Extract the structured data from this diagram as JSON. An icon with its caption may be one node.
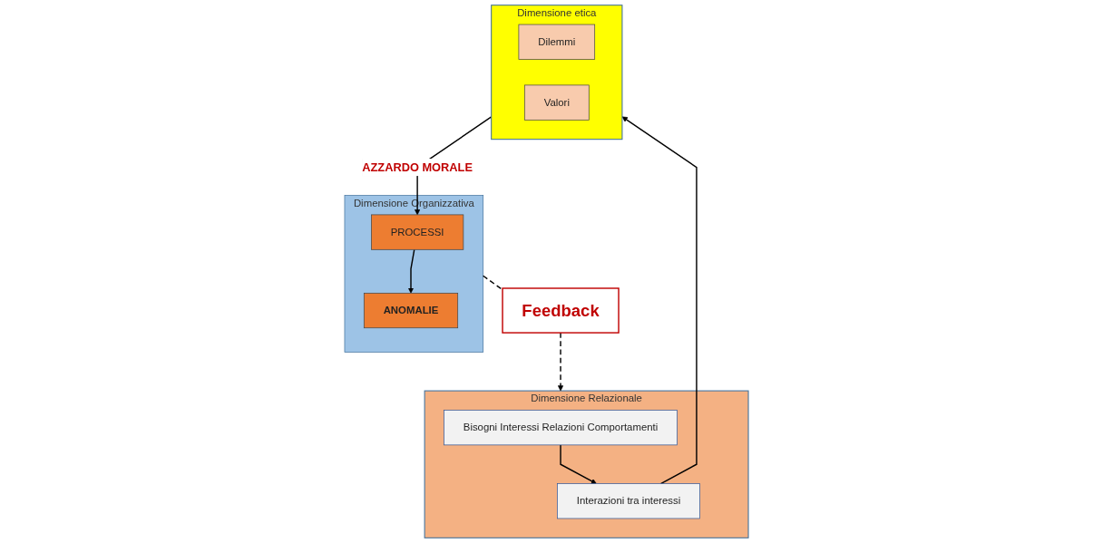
{
  "diagram": {
    "nodes": [
      {
        "text": [
          "Dimensione Relazionale"
        ]
      },
      {
        "text": [
          "Bisogni Interessi Relazioni Comportamenti"
        ],
        "in": 0
      },
      {
        "text": [
          "Interazioni tra interessi"
        ],
        "in": 0
      },
      {
        "text": [
          "Dimensione etica"
        ]
      },
      {
        "text": [
          "Dilemmi"
        ],
        "in": 3
      },
      {
        "text": [
          "Valori"
        ],
        "in": 3
      },
      {
        "text": [
          "Feedback"
        ]
      },
      {
        "text": [
          "Dimensione Organizzativa"
        ]
      },
      {
        "text": [
          "PROCESSI"
        ],
        "in": 7
      },
      {
        "text": [
          "ANOMALIE"
        ],
        "in": 7
      }
    ],
    "edges": [
      {
        "from": 1,
        "to": 2,
        "arrow": "to"
      },
      {
        "from": 2,
        "to": 3,
        "arrow": "to"
      },
      {
        "from": 3,
        "to": 8,
        "arrow": "to",
        "label": "AZZARDO MORALE"
      },
      {
        "from": 8,
        "to": 9,
        "arrow": "to"
      },
      {
        "from": 7,
        "to": 6,
        "arrow": "none",
        "style": "dashed"
      },
      {
        "from": 6,
        "to": 0,
        "arrow": "to",
        "style": "dashed"
      }
    ]
  }
}
